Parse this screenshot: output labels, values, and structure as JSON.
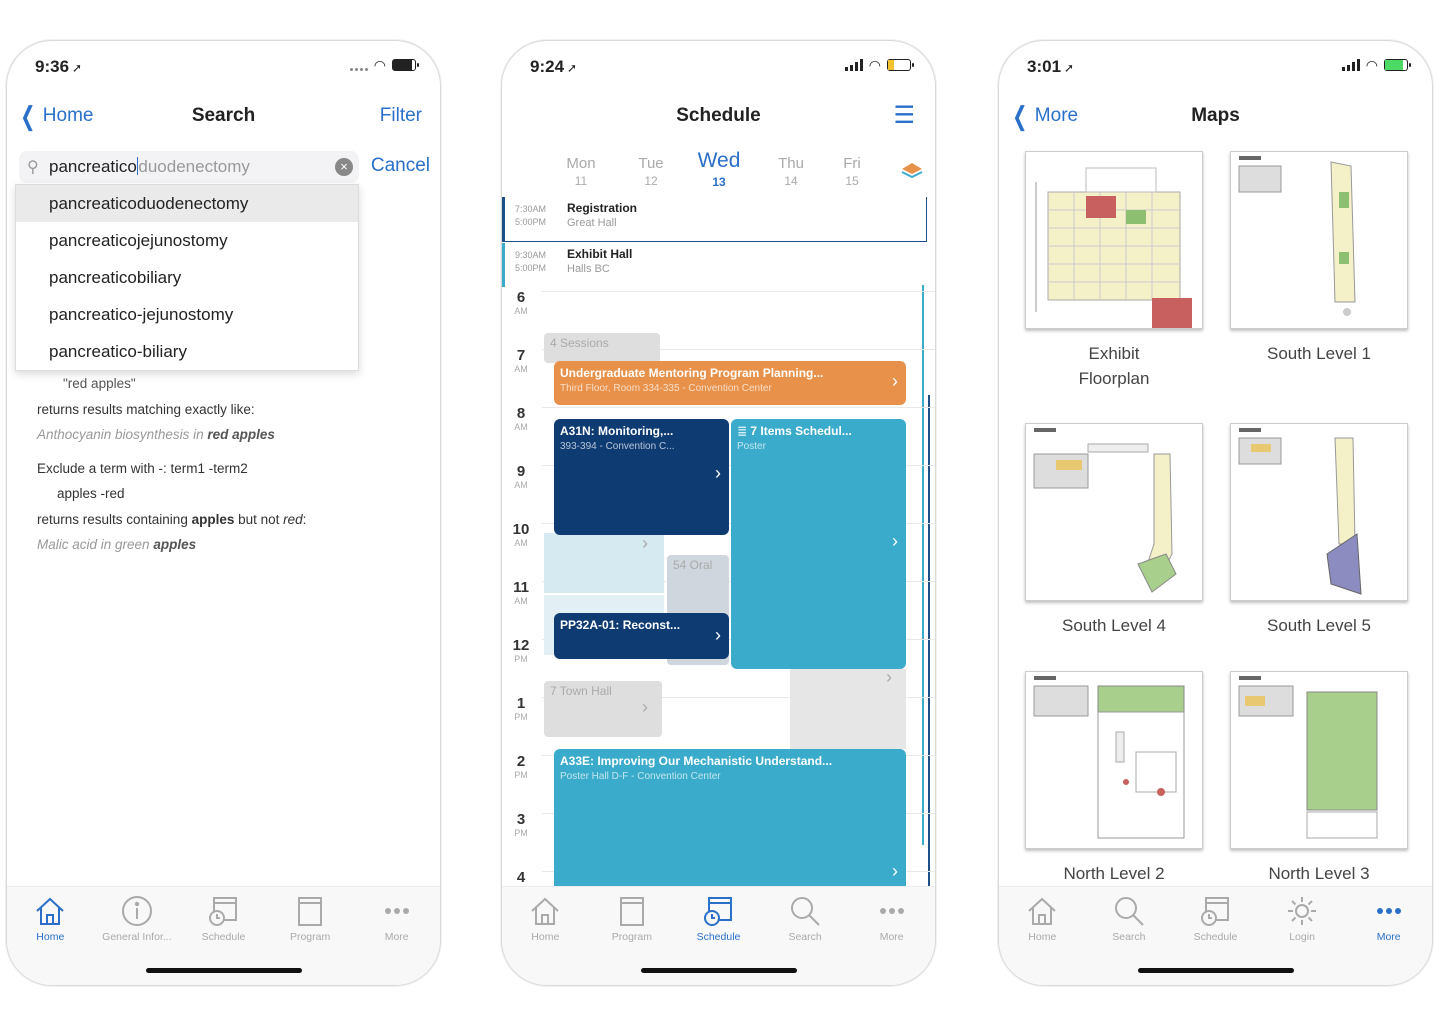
{
  "phone1": {
    "status": {
      "time": "9:36"
    },
    "nav": {
      "back": "Home",
      "title": "Search",
      "right": "Filter"
    },
    "search": {
      "typed": "pancreatico",
      "autocomplete": "duodenectomy"
    },
    "cancel": "Cancel",
    "suggestions": [
      "pancreaticoduodenectomy",
      "pancreaticojejunostomy",
      "pancreaticobiliary",
      "pancreatico-jejunostomy",
      "pancreatico-biliary"
    ],
    "help": {
      "l1": "\"red apples\"",
      "l2": "returns results matching exactly like:",
      "l3a": "Anthocyanin biosynthesis in ",
      "l3b": "red apples",
      "l4": "Exclude a term with -: term1 -term2",
      "l5": "apples -red",
      "l6a": "returns results containing ",
      "l6b": "apples",
      "l6c": " but not ",
      "l6d": "red",
      "l6e": ":",
      "l7a": "Malic acid in green ",
      "l7b": "apples"
    },
    "tabs": [
      {
        "label": "Home",
        "icon": "home-icon",
        "active": true
      },
      {
        "label": "General Infor...",
        "icon": "info-icon",
        "active": false
      },
      {
        "label": "Schedule",
        "icon": "calendar-clock-icon",
        "active": false
      },
      {
        "label": "Program",
        "icon": "program-icon",
        "active": false
      },
      {
        "label": "More",
        "icon": "more-icon",
        "active": false
      }
    ]
  },
  "phone2": {
    "status": {
      "time": "9:24"
    },
    "nav": {
      "title": "Schedule"
    },
    "days": [
      {
        "name": "Mon",
        "num": "11"
      },
      {
        "name": "Tue",
        "num": "12"
      },
      {
        "name": "Wed",
        "num": "13"
      },
      {
        "name": "Thu",
        "num": "14"
      },
      {
        "name": "Fri",
        "num": "15"
      }
    ],
    "allday": [
      {
        "start": "7:30AM",
        "end": "5:00PM",
        "name": "Registration",
        "sub": "Great Hall"
      },
      {
        "start": "9:30AM",
        "end": "5:00PM",
        "name": "Exhibit Hall",
        "sub": "Halls BC"
      }
    ],
    "hours": [
      {
        "h": "6",
        "ap": "AM"
      },
      {
        "h": "7",
        "ap": "AM"
      },
      {
        "h": "8",
        "ap": "AM"
      },
      {
        "h": "9",
        "ap": "AM"
      },
      {
        "h": "10",
        "ap": "AM"
      },
      {
        "h": "11",
        "ap": "AM"
      },
      {
        "h": "12",
        "ap": "PM"
      },
      {
        "h": "1",
        "ap": "PM"
      },
      {
        "h": "2",
        "ap": "PM"
      },
      {
        "h": "3",
        "ap": "PM"
      },
      {
        "h": "4",
        "ap": ""
      }
    ],
    "ghosts": {
      "g1": "4 Sessions",
      "g2": "54 Oral",
      "g3": "7 Town Hall"
    },
    "events": {
      "e1": {
        "title": "Undergraduate Mentoring Program Planning...",
        "sub": "Third Floor, Room 334-335 - Convention Center"
      },
      "e2": {
        "title": "A31N: Monitoring,...",
        "sub": "393-394 - Convention C..."
      },
      "e3": {
        "title": "7 Items Schedul...",
        "sub": "Poster"
      },
      "e4": {
        "title": "PP32A-01: Reconst...",
        "sub": ""
      },
      "e5": {
        "title": "A33E: Improving Our Mechanistic Understand...",
        "sub": "Poster Hall D-F - Convention Center"
      }
    },
    "colors": {
      "orange": "#e8914a",
      "navy": "#0f3b73",
      "teal": "#3aabcb"
    },
    "tabs": [
      {
        "label": "Home",
        "icon": "home-icon",
        "active": false
      },
      {
        "label": "Program",
        "icon": "program-icon",
        "active": false
      },
      {
        "label": "Schedule",
        "icon": "calendar-clock-icon",
        "active": true
      },
      {
        "label": "Search",
        "icon": "search-icon",
        "active": false
      },
      {
        "label": "More",
        "icon": "more-icon",
        "active": false
      }
    ]
  },
  "phone3": {
    "status": {
      "time": "3:01"
    },
    "nav": {
      "back": "More",
      "title": "Maps"
    },
    "maps": [
      {
        "l1": "Exhibit",
        "l2": "Floorplan"
      },
      {
        "l1": "South Level 1",
        "l2": ""
      },
      {
        "l1": "South Level 4",
        "l2": ""
      },
      {
        "l1": "South Level 5",
        "l2": ""
      },
      {
        "l1": "North Level 2",
        "l2": ""
      },
      {
        "l1": "North Level 3",
        "l2": ""
      }
    ],
    "tabs": [
      {
        "label": "Home",
        "icon": "home-icon",
        "active": false
      },
      {
        "label": "Search",
        "icon": "search-icon",
        "active": false
      },
      {
        "label": "Schedule",
        "icon": "calendar-clock-icon",
        "active": false
      },
      {
        "label": "Login",
        "icon": "gear-icon",
        "active": false
      },
      {
        "label": "More",
        "icon": "more-icon",
        "active": true
      }
    ]
  },
  "accent": "#2a70c9"
}
